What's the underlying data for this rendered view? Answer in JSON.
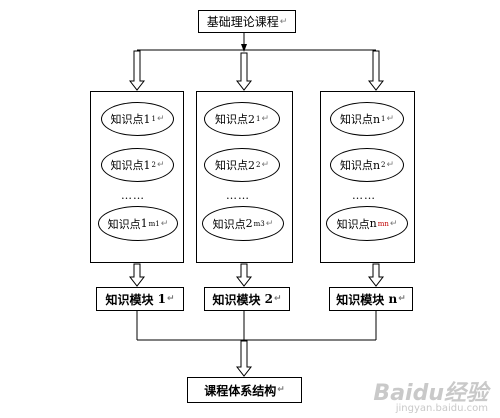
{
  "diagram": {
    "top_title": "基础理论课程",
    "return_mark": "↵",
    "columns": [
      {
        "nodes": [
          {
            "label": "知识点 ",
            "sub": "1",
            "sub2": "1",
            "red": false
          },
          {
            "label": "知识点 ",
            "sub": "1",
            "sub2": "2",
            "red": false
          },
          {
            "label": "知识点 ",
            "sub": "1",
            "sub2": "m1",
            "red": false
          }
        ],
        "dots": "……",
        "module_label": "知识模块",
        "module_number": "1"
      },
      {
        "nodes": [
          {
            "label": "知识点 ",
            "sub": "2",
            "sub2": "1",
            "red": false
          },
          {
            "label": "知识点 ",
            "sub": "2",
            "sub2": "2",
            "red": false
          },
          {
            "label": "知识点 ",
            "sub": "2",
            "sub2": "m3",
            "red": false
          }
        ],
        "dots": "……",
        "module_label": "知识模块",
        "module_number": "2"
      },
      {
        "nodes": [
          {
            "label": "知识点 ",
            "sub": "n",
            "sub2": "1",
            "red": false
          },
          {
            "label": "知识点 ",
            "sub": "n",
            "sub2": "2",
            "red": false
          },
          {
            "label": "知识点 ",
            "sub": "n",
            "sub2": "mn",
            "red": true
          }
        ],
        "dots": "……",
        "module_label": "知识模块",
        "module_number": "n"
      }
    ],
    "bottom_title": "课程体系结构",
    "watermark": {
      "logo": "Baidu经验",
      "sub": "jingyan.baidu.com"
    }
  }
}
